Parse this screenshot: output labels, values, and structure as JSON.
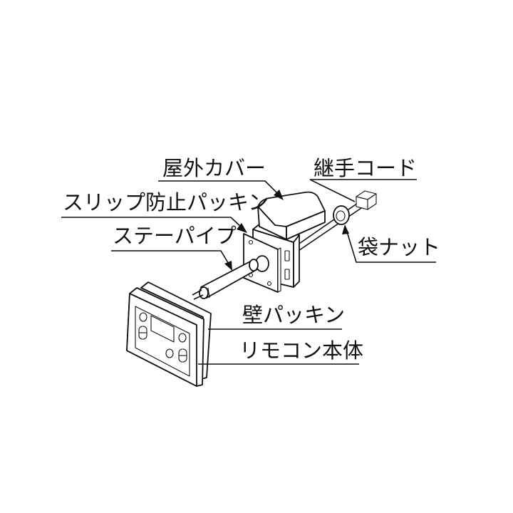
{
  "diagram": {
    "type": "exploded-assembly",
    "labels": {
      "outdoor_cover": "屋外カバー",
      "joint_cord": "継手コード",
      "slip_prevention_packing": "スリップ防止パッキン",
      "stay_pipe": "ステーパイプ",
      "cap_nut": "袋ナット",
      "wall_packing": "壁パッキン",
      "remote_body": "リモコン本体"
    },
    "colors": {
      "line": "#111111",
      "background": "#ffffff"
    }
  }
}
